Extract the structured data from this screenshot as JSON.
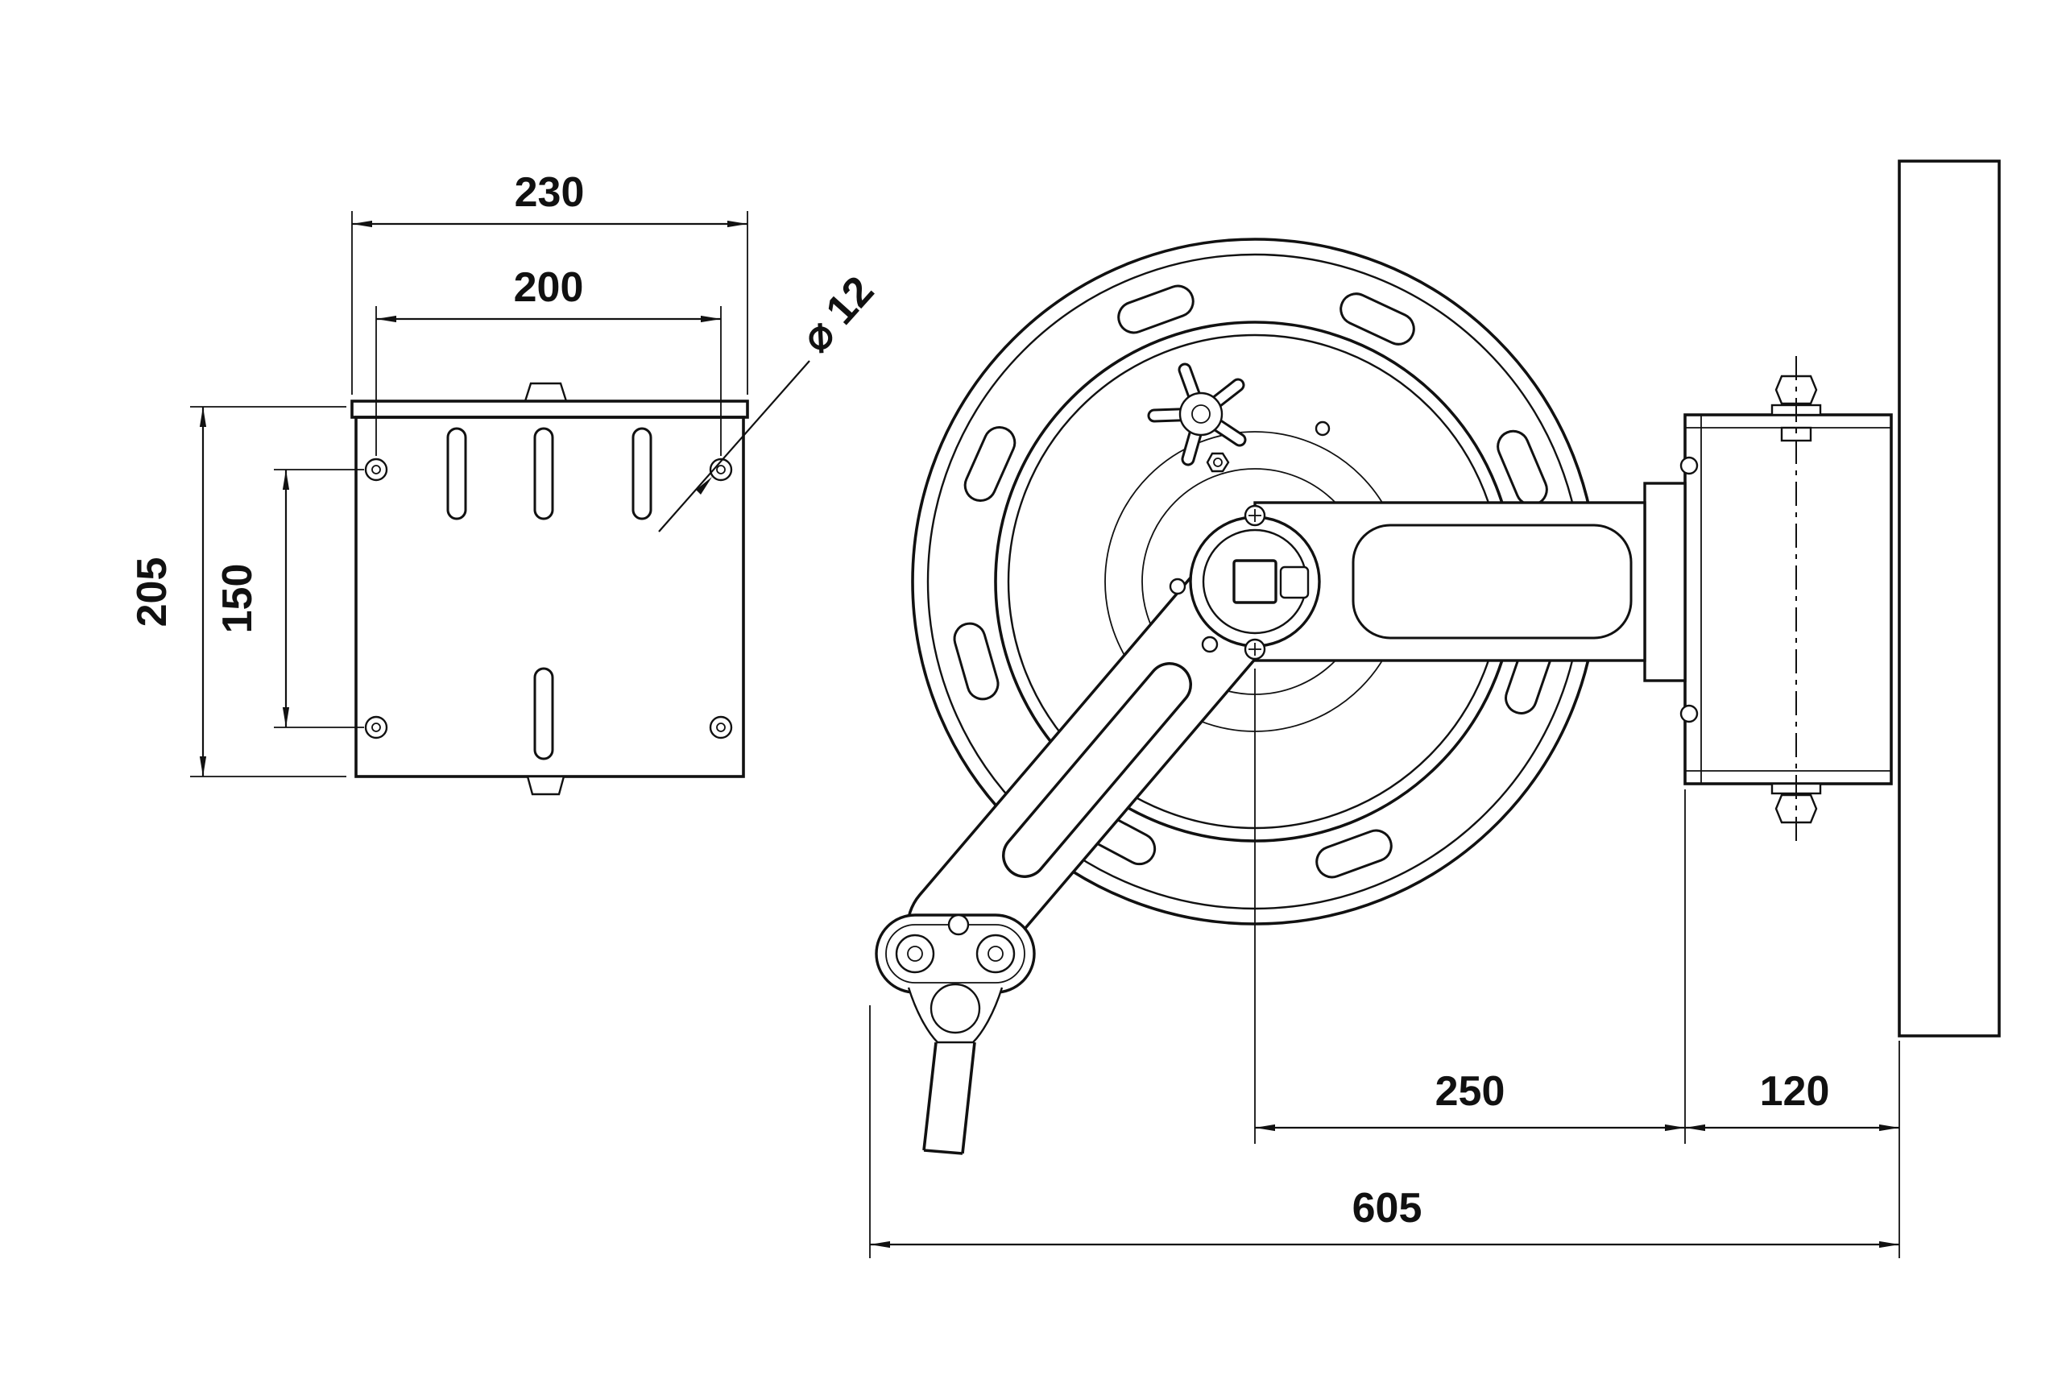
{
  "drawing": {
    "dims": {
      "plate_width": "230",
      "plate_hole_spacing_horizontal": "200",
      "hole_diameter": "⌀ 12",
      "plate_height": "205",
      "plate_hole_spacing_vertical": "150",
      "center_to_bracket": "250",
      "bracket_to_wall": "120",
      "overall_depth": "605"
    }
  }
}
